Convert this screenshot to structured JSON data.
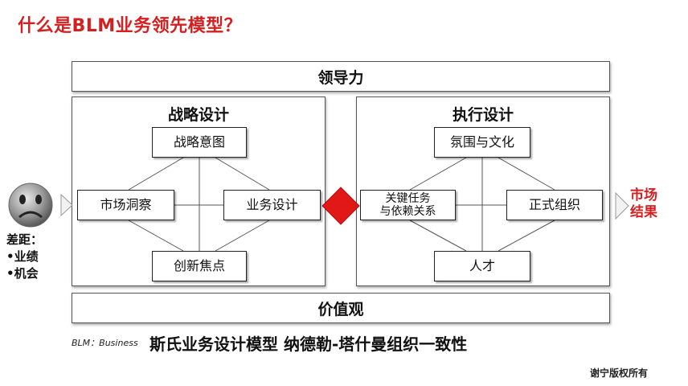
{
  "title": "什么是BLM业务领先模型？",
  "leadership": "领导力",
  "values_band": "价值观",
  "strategy": {
    "title": "战略设计",
    "top": "战略意图",
    "left": "市场洞察",
    "right": "业务设计",
    "bottom": "创新焦点"
  },
  "execution": {
    "title": "执行设计",
    "top": "氛围与文化",
    "left_line1": "关键任务",
    "left_line2": "与依赖关系",
    "right": "正式组织",
    "bottom": "人才"
  },
  "gap": {
    "heading": "差距：",
    "items": [
      "•业绩",
      "•机会"
    ]
  },
  "result": {
    "line1": "市场",
    "line2": "结果"
  },
  "footnote": "BLM：Business",
  "subtitle": "斯氏业务设计模型  纳德勒-塔什曼组织一致性",
  "copyright": "谢宁版权所有",
  "colors": {
    "accent_red": "#d42020",
    "diamond_red": "#e01818",
    "face_gray": "#8a8a8a"
  }
}
